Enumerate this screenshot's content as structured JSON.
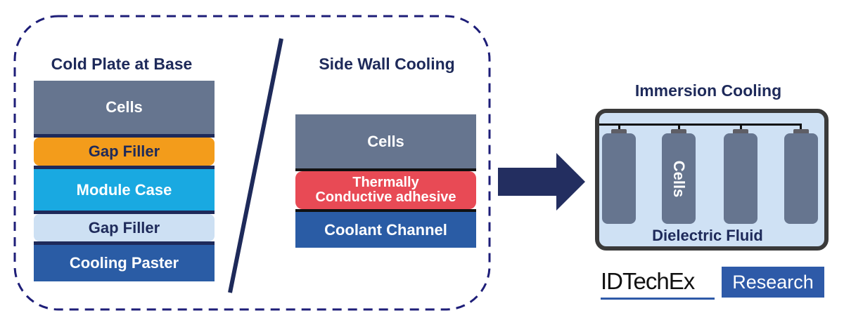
{
  "colors": {
    "navy": "#1e2a5a",
    "cells": "#66758f",
    "gap_filler_orange": "#f39c1b",
    "module_case": "#19a9e1",
    "gap_filler_light": "#cde0f3",
    "cooling_blue": "#2a5ca5",
    "adhesive_red": "#e84a55",
    "fluid": "#cfe1f4",
    "tank_border": "#3a3a3a",
    "logo_blue": "#2e5aa8"
  },
  "cold_plate": {
    "title": "Cold Plate at Base",
    "layers": [
      "Cells",
      "Gap Filler",
      "Module Case",
      "Gap Filler",
      "Cooling Paster"
    ]
  },
  "side_wall": {
    "title": "Side Wall Cooling",
    "layers": [
      "Cells",
      "Thermally\nConductive adhesive",
      "Coolant Channel"
    ]
  },
  "immersion": {
    "title": "Immersion Cooling",
    "cell_label": "Cells",
    "fluid_label": "Dielectric Fluid",
    "cell_count": 4
  },
  "logo": {
    "brand": "IDTechEx",
    "suffix": "Research"
  },
  "icons": {
    "arrow": "right-arrow",
    "divider": "slash-divider"
  }
}
